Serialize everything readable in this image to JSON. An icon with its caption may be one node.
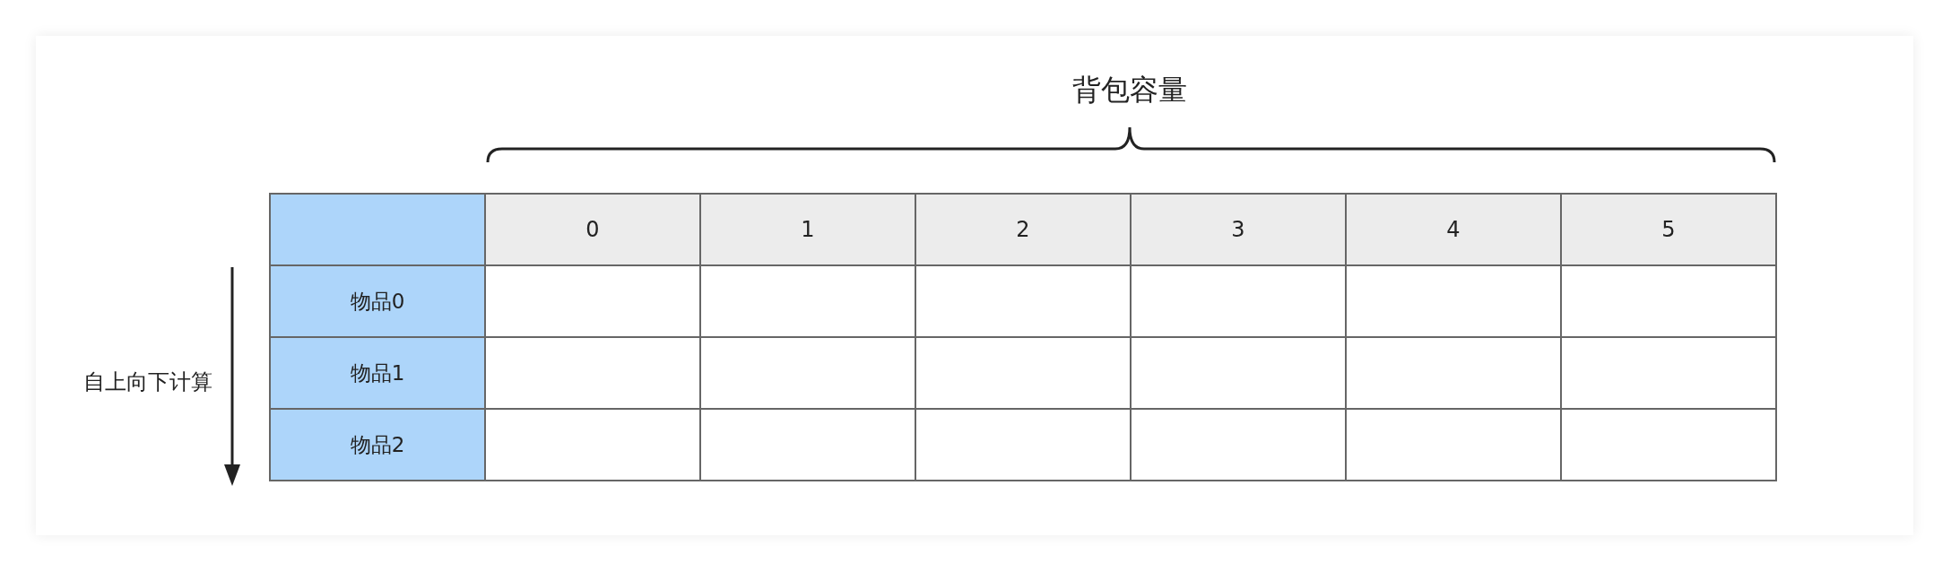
{
  "diagram": {
    "labels": [
      "背包容量",
      "0",
      "1",
      "2",
      "3",
      "4",
      "5",
      "物品0",
      "自上向下计算",
      "物品1",
      "物品2"
    ]
  }
}
